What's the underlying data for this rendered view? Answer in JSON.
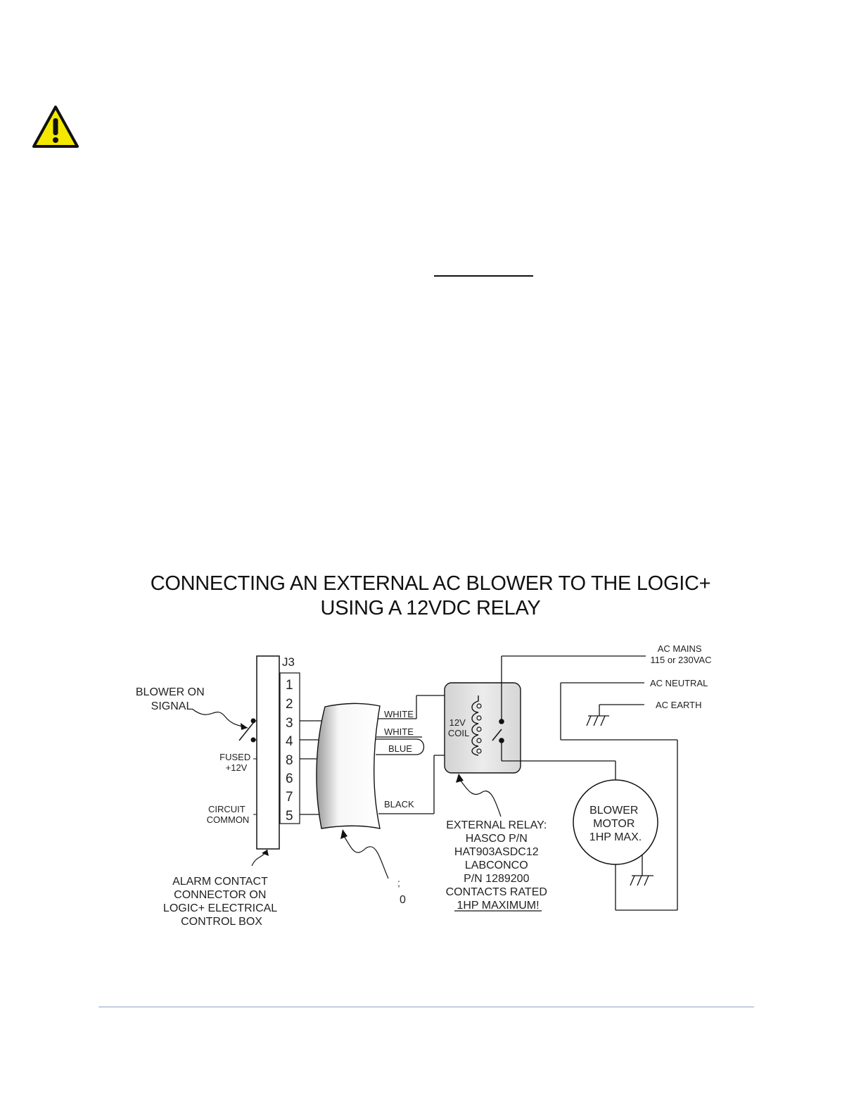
{
  "page": {
    "diagram_title_line1": "CONNECTING AN EXTERNAL AC BLOWER TO THE LOGIC+",
    "diagram_title_line2": "USING A 12VDC RELAY"
  },
  "diagram": {
    "connector_label": "J3",
    "pins": [
      "1",
      "2",
      "3",
      "4",
      "8",
      "6",
      "7",
      "5"
    ],
    "blower_on_signal": [
      "BLOWER ON",
      "SIGNAL"
    ],
    "fused": [
      "FUSED",
      "+12V"
    ],
    "circuit_common": [
      "CIRCUIT",
      "COMMON"
    ],
    "alarm_contact": [
      "ALARM CONTACT",
      "CONNECTOR ON",
      "LOGIC+ ELECTRICAL",
      "CONTROL BOX"
    ],
    "wires": [
      "WHITE",
      "WHITE",
      "BLUE",
      "BLACK"
    ],
    "coil": [
      "12V",
      "COIL"
    ],
    "cable_label_fragments": [
      ";",
      "0"
    ],
    "external_relay": [
      "EXTERNAL RELAY:",
      "HASCO P/N",
      "HAT903ASDC12",
      "LABCONCO",
      "P/N 1289200",
      "CONTACTS RATED",
      "1HP MAXIMUM!"
    ],
    "ac_mains": [
      "AC MAINS",
      "115 or 230VAC"
    ],
    "ac_neutral": "AC NEUTRAL",
    "ac_earth": "AC EARTH",
    "blower_motor": [
      "BLOWER",
      "MOTOR",
      "1HP MAX."
    ]
  },
  "colors": {
    "warning_fill": "#f5e800",
    "footer_rule": "#8fa3c3",
    "relay_fill": "#dcdcdc"
  },
  "icons": {
    "warning": "warning-triangle-icon"
  }
}
